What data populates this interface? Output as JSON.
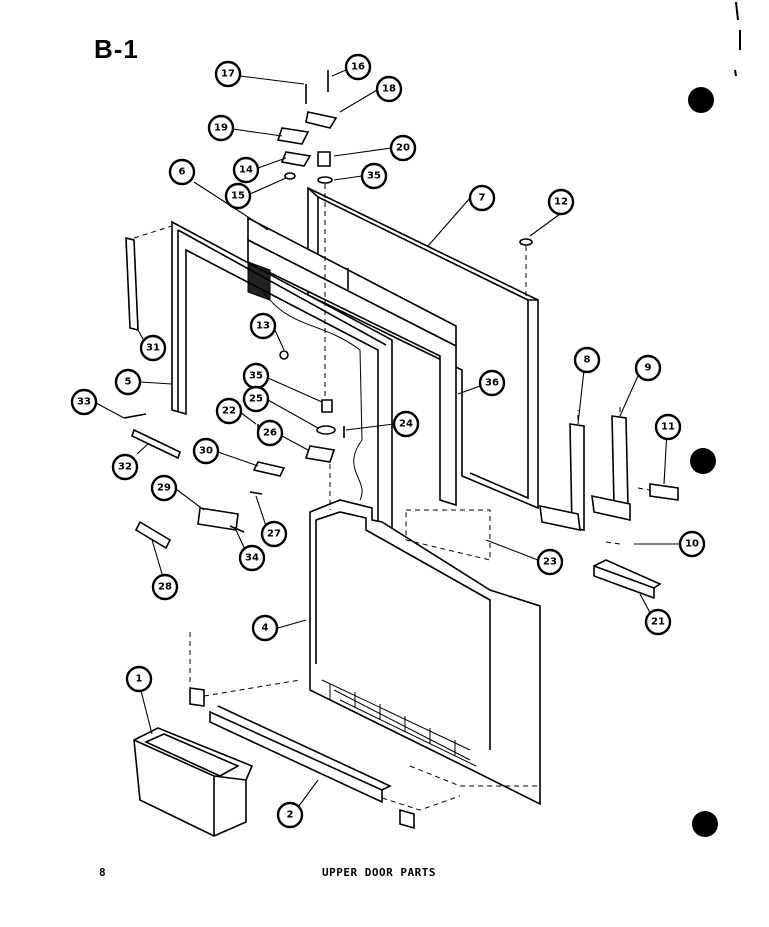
{
  "header": {
    "section_code": "B-1"
  },
  "footer": {
    "page_number": "8",
    "caption": "UPPER DOOR PARTS"
  },
  "callouts": [
    "17",
    "16",
    "18",
    "19",
    "14",
    "20",
    "15",
    "35",
    "6",
    "7",
    "12",
    "31",
    "13",
    "5",
    "33",
    "35",
    "25",
    "36",
    "22",
    "24",
    "26",
    "30",
    "32",
    "8",
    "9",
    "11",
    "29",
    "27",
    "34",
    "28",
    "10",
    "23",
    "21",
    "4",
    "1",
    "2"
  ]
}
